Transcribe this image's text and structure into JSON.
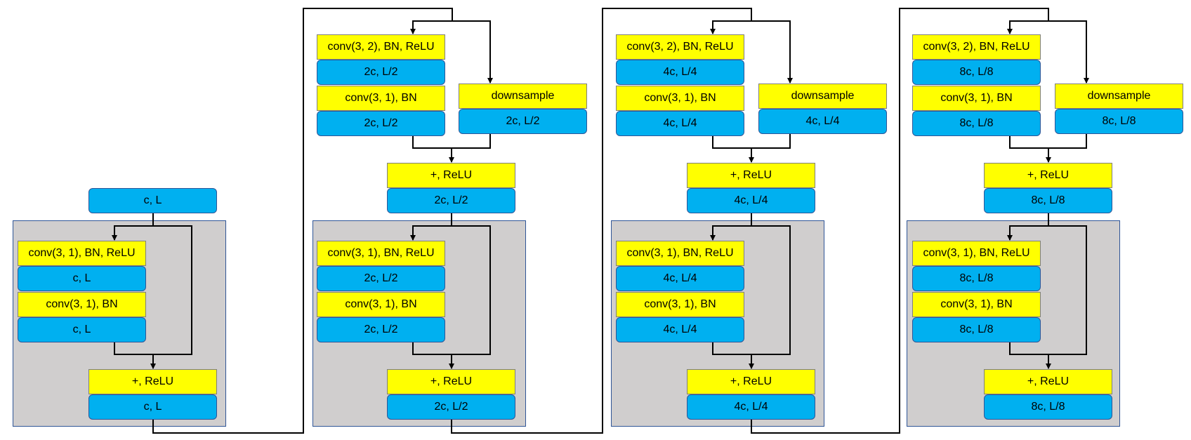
{
  "colors": {
    "op": "#ffff00",
    "shape": "#00b0f0",
    "residual_box": "#d0cece",
    "border": "#2f5597",
    "wire": "#000000"
  },
  "input": {
    "shape": "c, L"
  },
  "stage1": {
    "block": {
      "conv1": "conv(3, 1), BN, ReLU",
      "shape1": "c, L",
      "conv2": "conv(3, 1), BN",
      "shape2": "c, L",
      "add": "+, ReLU",
      "out": "c, L"
    }
  },
  "stage2": {
    "down": {
      "conv1": "conv(3, 2), BN, ReLU",
      "shape1": "2c, L/2",
      "conv2": "conv(3, 1), BN",
      "shape2": "2c, L/2",
      "shortcut": "downsample",
      "shortcut_shape": "2c, L/2",
      "add": "+, ReLU",
      "out": "2c, L/2"
    },
    "block": {
      "conv1": "conv(3, 1), BN, ReLU",
      "shape1": "2c, L/2",
      "conv2": "conv(3, 1), BN",
      "shape2": "2c, L/2",
      "add": "+, ReLU",
      "out": "2c, L/2"
    }
  },
  "stage3": {
    "down": {
      "conv1": "conv(3, 2), BN, ReLU",
      "shape1": "4c, L/4",
      "conv2": "conv(3, 1), BN",
      "shape2": "4c, L/4",
      "shortcut": "downsample",
      "shortcut_shape": "4c, L/4",
      "add": "+, ReLU",
      "out": "4c, L/4"
    },
    "block": {
      "conv1": "conv(3, 1), BN, ReLU",
      "shape1": "4c, L/4",
      "conv2": "conv(3, 1), BN",
      "shape2": "4c, L/4",
      "add": "+, ReLU",
      "out": "4c, L/4"
    }
  },
  "stage4": {
    "down": {
      "conv1": "conv(3, 2), BN, ReLU",
      "shape1": "8c, L/8",
      "conv2": "conv(3, 1), BN",
      "shape2": "8c, L/8",
      "shortcut": "downsample",
      "shortcut_shape": "8c, L/8",
      "add": "+, ReLU",
      "out": "8c, L/8"
    },
    "block": {
      "conv1": "conv(3, 1), BN, ReLU",
      "shape1": "8c, L/8",
      "conv2": "conv(3, 1), BN",
      "shape2": "8c, L/8",
      "add": "+, ReLU",
      "out": "8c, L/8"
    }
  }
}
